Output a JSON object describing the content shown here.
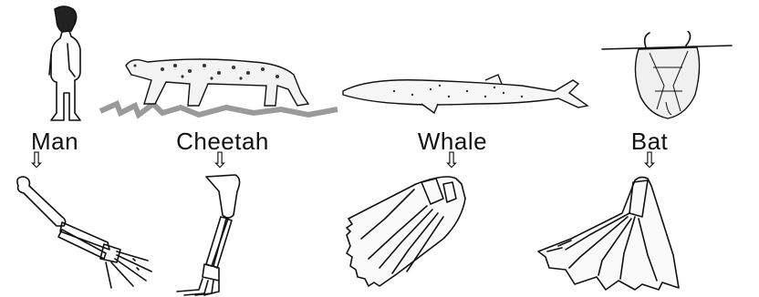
{
  "columns": [
    {
      "id": "man",
      "label": "Man",
      "arrow": "⇩"
    },
    {
      "id": "cheetah",
      "label": "Cheetah",
      "arrow": "⇩"
    },
    {
      "id": "whale",
      "label": "Whale",
      "arrow": "⇩"
    },
    {
      "id": "bat",
      "label": "Bat",
      "arrow": "⇩"
    }
  ],
  "colors": {
    "ink": "#111111",
    "background": "#ffffff",
    "grass": "#9a9a9a"
  }
}
